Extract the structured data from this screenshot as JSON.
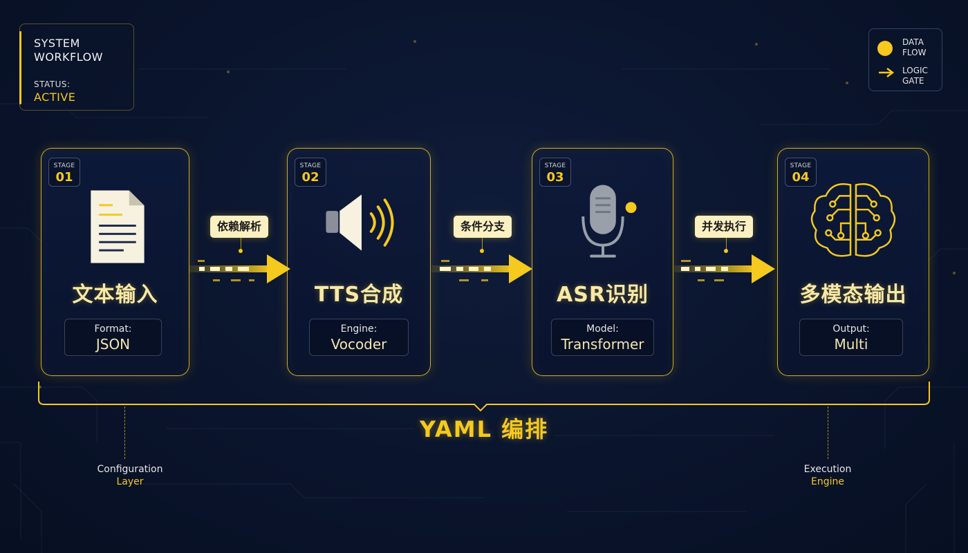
{
  "system_panel": {
    "title": "SYSTEM\nWORKFLOW",
    "status_label": "STATUS:",
    "status_value": "ACTIVE"
  },
  "legend": {
    "items": [
      {
        "icon": "dot-icon",
        "label": "DATA\nFLOW"
      },
      {
        "icon": "arrow-right-icon",
        "label": "LOGIC\nGATE"
      }
    ]
  },
  "stages": [
    {
      "stage_label": "STAGE",
      "number": "01",
      "icon": "document-icon",
      "title": "文本输入",
      "info_label": "Format:",
      "info_value": "JSON"
    },
    {
      "stage_label": "STAGE",
      "number": "02",
      "icon": "speaker-icon",
      "title": "TTS合成",
      "info_label": "Engine:",
      "info_value": "Vocoder"
    },
    {
      "stage_label": "STAGE",
      "number": "03",
      "icon": "microphone-icon",
      "title": "ASR识别",
      "info_label": "Model:",
      "info_value": "Transformer"
    },
    {
      "stage_label": "STAGE",
      "number": "04",
      "icon": "brain-circuit-icon",
      "title": "多模态输出",
      "info_label": "Output:",
      "info_value": "Multi"
    }
  ],
  "connectors": [
    {
      "label": "依赖解析"
    },
    {
      "label": "条件分支"
    },
    {
      "label": "并发执行"
    }
  ],
  "orchestration": {
    "title": "YAML 编排"
  },
  "footer": {
    "left": {
      "label": "Configuration",
      "sub": "Layer"
    },
    "right": {
      "label": "Execution",
      "sub": "Engine"
    }
  },
  "colors": {
    "accent": "#f5c91e",
    "background": "#0a142c",
    "label_bg": "#fbf0c2"
  }
}
